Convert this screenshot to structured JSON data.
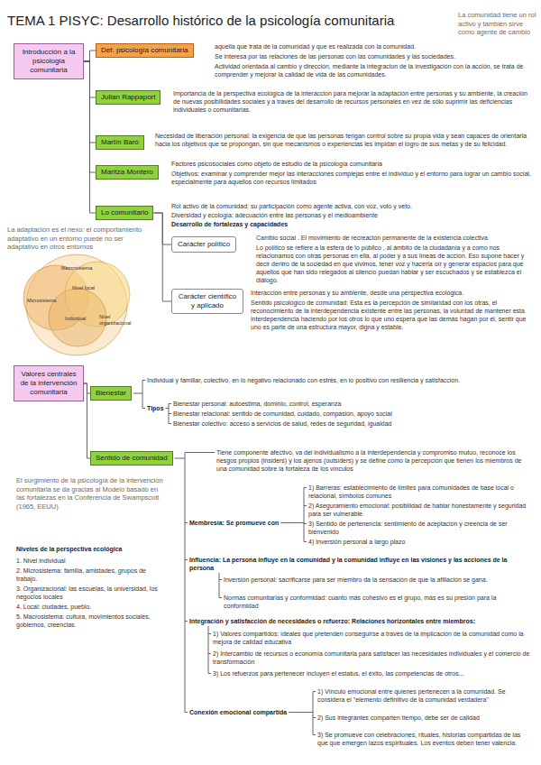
{
  "diagram": {
    "title": "TEMA 1 PISYC: Desarrollo histórico de la psicología comunitaria",
    "nodes": [
      {
        "text": [
          "Introducción a la psicología comunitaria"
        ]
      },
      {
        "text": [
          "Def. psicología comunitaria"
        ]
      },
      {
        "text": [
          "Julian Rappaport"
        ]
      },
      {
        "text": [
          "Martín Baró"
        ]
      },
      {
        "text": [
          "Maritza Montero"
        ]
      },
      {
        "text": [
          "Lo comunitario"
        ]
      },
      {
        "text": [
          "Carácter político"
        ]
      },
      {
        "text": [
          "Carácter científico y aplicado"
        ]
      },
      {
        "text": [
          "Valores centrales de la intervención comunitaria"
        ]
      },
      {
        "text": [
          "Bienestar"
        ]
      },
      {
        "text": [
          "Sentido de comunidad"
        ]
      }
    ],
    "edges": [
      {
        "from": 0,
        "to": 1,
        "arrow": "none"
      },
      {
        "from": 0,
        "to": 2,
        "arrow": "none"
      },
      {
        "from": 0,
        "to": 3,
        "arrow": "none"
      },
      {
        "from": 0,
        "to": 4,
        "arrow": "none"
      },
      {
        "from": 0,
        "to": 5,
        "arrow": "none"
      },
      {
        "from": 5,
        "to": 6,
        "arrow": "none"
      },
      {
        "from": 5,
        "to": 7,
        "arrow": "none"
      },
      {
        "from": 8,
        "to": 9,
        "arrow": "none"
      },
      {
        "from": 8,
        "to": 10,
        "arrow": "none"
      }
    ],
    "labels": [
      "La comunidad tiene un rol activo y también sirve como agente de cambio",
      "aquella que trata de la comunidad y que es realizada con la comunidad.",
      "Se interesa por las relaciones de las personas con las comunidades y las sociedades.",
      "Actividad orientada al cambio y dirección, mediante la integracion de la investigación con la acción, se trata de comprender y mejorar la calidad de vida de las comunidades.",
      "Importancia de la perspectiva ecológica de la interaccion para mejorar la adaptación entre personas y su ambiente, la creación de nuevas posibilidades sociales y a través del desarrollo de recursos personales en vez de sólo suprimir las deficiencias individuales o comunitarias.",
      "Necesidad de liberación personal: la exigencia de que las personas tengan control sobre su propia vida y sean capaces de orientarla hacia los objetivos que se propongan, sin que mecanismos o experiencias les impidan el logro de sus metas y de su felicidad.",
      "Factores psicosociales como objeto de estudio de la psicología comunitaria",
      "Objetivos: examinar y comprender mejor las interacciones complejas entre el individuo y el entorno para lograr un cambio social, especialmente para aquellos con recursos limitados",
      "Rol activo de la comunidad: su participación como agente activa, con voz, voto y veto.",
      "Diversidad y ecología: adecuación entre las personas y el medioambiente",
      "Desarrollo de fortalezas y capacidades",
      "Cambio social . El movimiento de recreación permanente de la existencia colectiva",
      "Lo político se refiere a la esfera de lo público , al ámbito de la ciudadanía y a como nos relacionamos con otras personas en ella, al poder y a sus líneas de acción. Eso supone hacer y decir dentro de la sociedad en que vivimos, tener voz y hacerla oír y generar espacios para que aquellos que han sido relegados al silencio puedan hablar y ser escuchados y se establezca el diálogo.",
      "Interacción entre personas y su ambiente, desde una perspectiva ecológica.",
      "Sentido psicológico de comunidad: Esta es la percepción de similaridad con los otras, el reconocimiento de la interdependencia existente entre las personas, la voluntad de mantener esta interdependencia haciendo por los otros lo que uno espera que las demás hagan por él, sentir que uno es parte de una estructura mayor, digna y estable.",
      "La adaptación es el nexo: el comportamiento adaptativo en un entorno puede no ser adaptativo en otros entornos",
      "Macrosistema",
      "Nivel local",
      "Microsistema",
      "Individual",
      "Nivel organizacional",
      "Individual y familiar, colectivo, en lo negativo relacionado con estrés, en lo positivo con resiliencia y satisfacción.",
      "Tipos",
      "Bienestar personal: autoestima, dominio, control, esperanza",
      "Bienestar relacional: sentido de comunidad, cuidado, compasión, apoyo social",
      "Bienestar colectivo: acceso a servicios de salud, redes de seguridad, igualdad",
      "Tiene componente afectivo, va del individualismo a la interdependencia y compromiso mutuo, reconoce los riesgos propios (insiders) y los ajenos (outsiders) y se define como la percepción que tienen los miembros de una comunidad sobre la fortaleza de los vínculos",
      "Membresía: Se promueve con",
      "1) Barreras: establecimiento de límites para comunidades de base local o relacional, símbolos comunes",
      "2) Aseguramiento emocional: posibilidad de hablar honestamente y seguridad para ser vulnerable",
      "3) Sentido de pertenencia: sentimiento de aceptación y creencia de ser bienvenido",
      "4) Inversión personal a largo plazo",
      "Influencia: La persona influye en la comunidad y la comunidad influye en las visiones y las acciones de la persona",
      "Inversión personal: sacrificarse para ser miembro da la sensación de que la afiliación se gana.",
      "Normas comunitarias y conformidad: cuanto más cohesivo es el grupo, más es su presión para la conformidad",
      "Integración y satisfacción de necesidades o refuerzo: Relaciones horizontales entre miembros:",
      "1) Valores compartidos: ideales que pretenden conseguirse a través de la implicación de la comunidad como la mejora de calidad educativa",
      "2) Intercambio de recursos o economía comunitaria para satisfacer las necesidades individuales y el comercio de transformación",
      "3) Los refuerzos para pertenecer incluyen el estatus, el éxito, las competencias de otros...",
      "Conexión emocional compartida",
      "1) Vínculo emocional entre quienes pertenecen a la comunidad. Se considera el \"elemento definitivo de la comunidad verdadera\"",
      "2) Sus integrantes comparten tiempo, debe ser de calidad",
      "3) Se promueve con celebraciones, rituales, historias compartidas de las que que emergen lazos espirituales. Los eventos deben tener valencia.",
      "El surgimiento de la psicología de la intervención comunitaria se da gracias al Modelo basado en las fortalezas en la Conferencia de Swampscott (1965, EEUU)",
      "Niveles de la perspectiva ecológica",
      "1. Nivel individual",
      "2. Microsistema: familia, amistades, grupos de trabajo.",
      "3. Organizacional: las escuelas, la universidad, los negocios locales",
      "4. Local: ciudades, pueblo.",
      "5. Macrosistema: cultura, movimientos sociales, gobiernos, creencias."
    ]
  }
}
